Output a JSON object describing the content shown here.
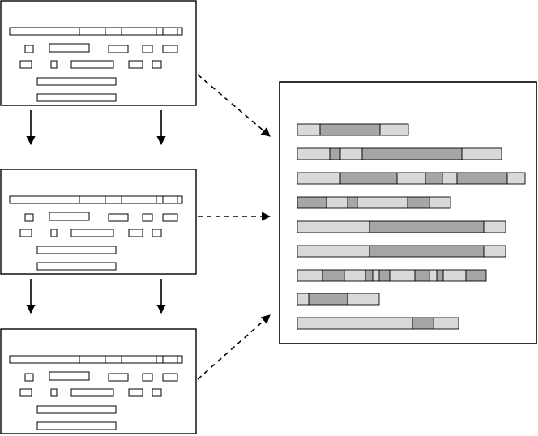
{
  "colors": {
    "stroke": "#000000",
    "background": "#ffffff",
    "light_segment": "#d9d9d9",
    "dark_segment": "#a6a6a6"
  },
  "source_panels": [
    {
      "id": "panel-top",
      "arrow_style": "dashed"
    },
    {
      "id": "panel-middle",
      "arrow_style": "dashed"
    },
    {
      "id": "panel-bottom",
      "arrow_style": "dashed"
    }
  ],
  "vertical_arrows": [
    {
      "from": "panel-top",
      "to": "panel-middle",
      "count": 2
    },
    {
      "from": "panel-middle",
      "to": "panel-bottom",
      "count": 2
    }
  ],
  "result_panel": {
    "rows": [
      [
        "light",
        "dark",
        "light"
      ],
      [
        "light",
        "dark",
        "light",
        "dark",
        "light"
      ],
      [
        "light",
        "dark",
        "light",
        "dark",
        "light",
        "dark",
        "light"
      ],
      [
        "dark",
        "light",
        "dark",
        "light",
        "dark",
        "light"
      ],
      [
        "light",
        "dark",
        "light"
      ],
      [
        "light",
        "dark",
        "light"
      ],
      [
        "light",
        "dark",
        "light",
        "dark",
        "light",
        "dark",
        "light",
        "dark",
        "light",
        "dark",
        "light",
        "dark"
      ],
      [
        "light",
        "dark",
        "light"
      ],
      [
        "light",
        "dark",
        "light"
      ]
    ]
  }
}
